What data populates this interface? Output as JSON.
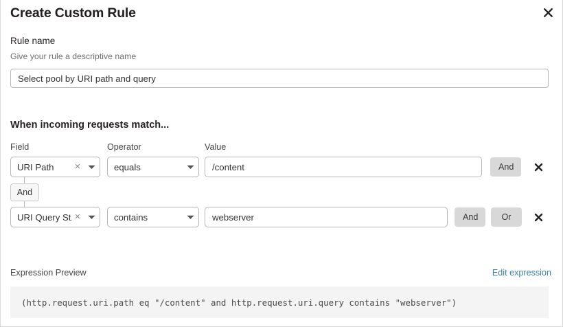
{
  "dialog": {
    "title": "Create Custom Rule",
    "close_icon": "close-icon"
  },
  "rule_name": {
    "label": "Rule name",
    "hint": "Give your rule a descriptive name",
    "value": "Select pool by URI path and query",
    "placeholder": ""
  },
  "match_section": {
    "heading": "When incoming requests match...",
    "columns": {
      "field": "Field",
      "operator": "Operator",
      "value": "Value"
    },
    "connector": {
      "label": "And"
    },
    "rows": [
      {
        "field": "URI Path",
        "field_clear_icon": "clear-icon",
        "field_caret_icon": "chevron-down-icon",
        "operator": "equals",
        "operator_caret_icon": "chevron-down-icon",
        "value": "/content",
        "and_label": "And",
        "delete_icon": "close-icon"
      },
      {
        "field": "URI Query St...",
        "field_clear_icon": "clear-icon",
        "field_caret_icon": "chevron-down-icon",
        "operator": "contains",
        "operator_caret_icon": "chevron-down-icon",
        "value": "webserver",
        "and_label": "And",
        "or_label": "Or",
        "delete_icon": "close-icon"
      }
    ]
  },
  "expression_preview": {
    "label": "Expression Preview",
    "edit_link": "Edit expression",
    "code": "(http.request.uri.path eq \"/content\" and http.request.uri.query contains \"webserver\")"
  },
  "colors": {
    "accent_link": "#3d7fa8",
    "logic_button_bg": "#d8d8d8",
    "code_bg": "#f4f4f4",
    "border": "#b6b6b6",
    "text": "#231f20",
    "muted_text": "#6e6e6e"
  }
}
